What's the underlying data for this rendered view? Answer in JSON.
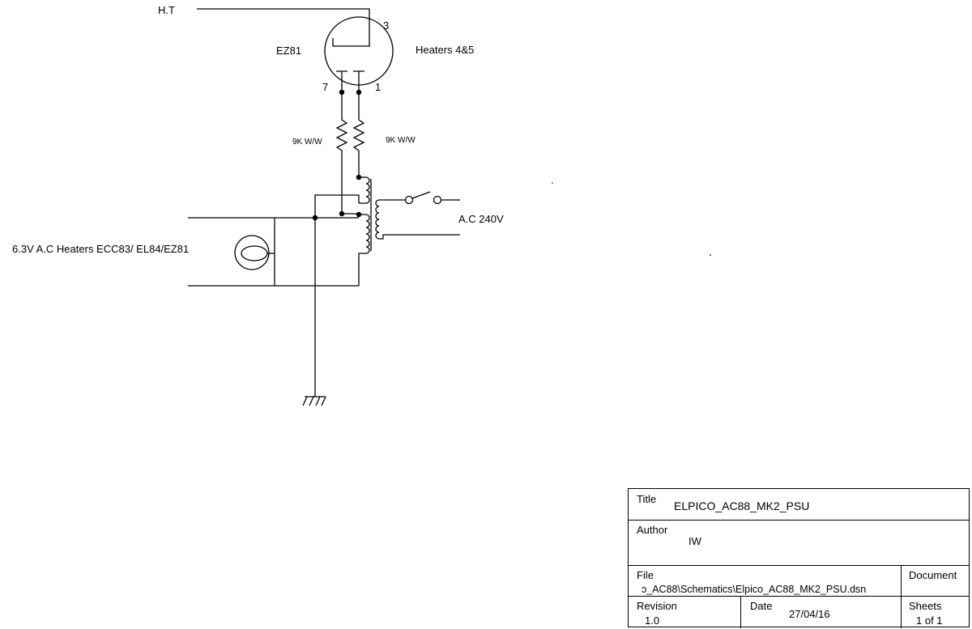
{
  "schematic": {
    "labels": {
      "ht": "H.T",
      "tube_name": "EZ81",
      "pin3": "3",
      "pin7": "7",
      "pin1": "1",
      "heaters": "Heaters 4&5",
      "r_left": "9K W/W",
      "r_right": "9K W/W",
      "mains": "A.C 240V",
      "heater_supply": "6.3V A.C Heaters ECC83/ EL84/EZ81"
    }
  },
  "title_block": {
    "title_label": "Title",
    "title_value": "ELPICO_AC88_MK2_PSU",
    "author_label": "Author",
    "author_value": "IW",
    "file_label": "File",
    "file_value": "ɔ_AC88\\Schematics\\Elpico_AC88_MK2_PSU.dsn",
    "document_label": "Document",
    "revision_label": "Revision",
    "revision_value": "1.0",
    "date_label": "Date",
    "date_value": "27/04/16",
    "sheets_label": "Sheets",
    "sheets_value": "1 of 1"
  }
}
